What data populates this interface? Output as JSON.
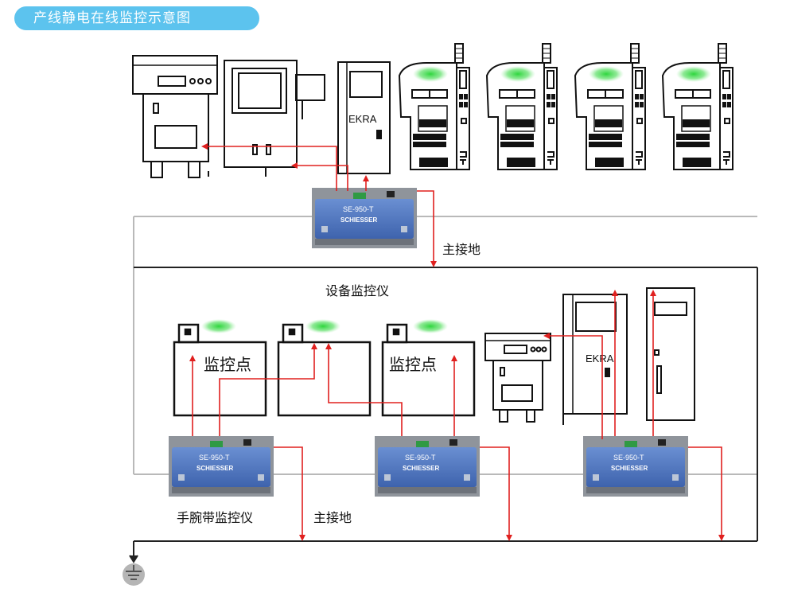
{
  "title": "产线静电在线监控示意图",
  "labels": {
    "main_ground_top": "主接地",
    "equipment_monitor": "设备监控仪",
    "monitor_point_1": "监控点",
    "monitor_point_3": "监控点",
    "wrist_monitor": "手腕带监控仪",
    "main_ground_bottom": "主接地"
  },
  "device": {
    "model": "SE-950-T",
    "brand": "SCHIESSER"
  },
  "machine_brand": "EKRA",
  "colors": {
    "title_bg": "#5cc3ee",
    "wire": "#e0201f",
    "ground_line": "#222222",
    "zone_line": "#b9b9b9",
    "device_blue": "#4f79c4",
    "led_green": "#3dd34d"
  }
}
